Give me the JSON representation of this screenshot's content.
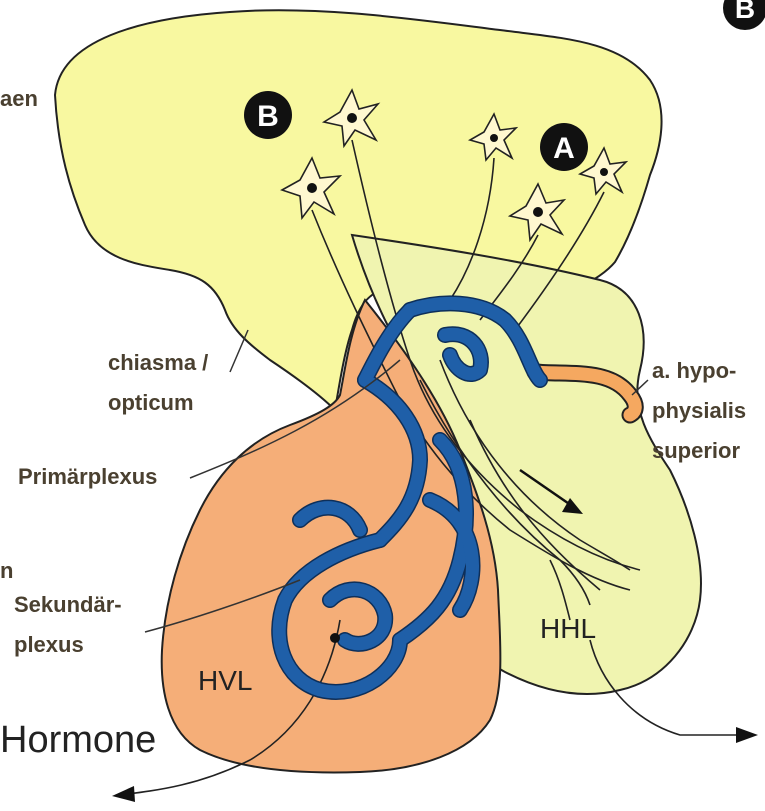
{
  "markers": {
    "a": "A",
    "b": "B",
    "corner": "B"
  },
  "labels": {
    "top_left_partial": "aen",
    "chiasma_line1": "chiasma /",
    "chiasma_line2": "opticum",
    "primarplexus": "Primärplexus",
    "left_partial_n": "n",
    "sekundar_line1": "Sekundär-",
    "sekundar_line2": "plexus",
    "hvl": "HVL",
    "hhl": "HHL",
    "hormone": "Hormone",
    "artery_line1": "a. hypo-",
    "artery_line2": "physialis",
    "artery_line3": "superior"
  },
  "colors": {
    "hypothalamus": "#f8f8a0",
    "posterior_lobe": "#f0f4b0",
    "anterior_lobe": "#f5ae78",
    "vessel": "#1f5fa8",
    "artery": "#f5a860",
    "marker_bg": "#111111"
  }
}
